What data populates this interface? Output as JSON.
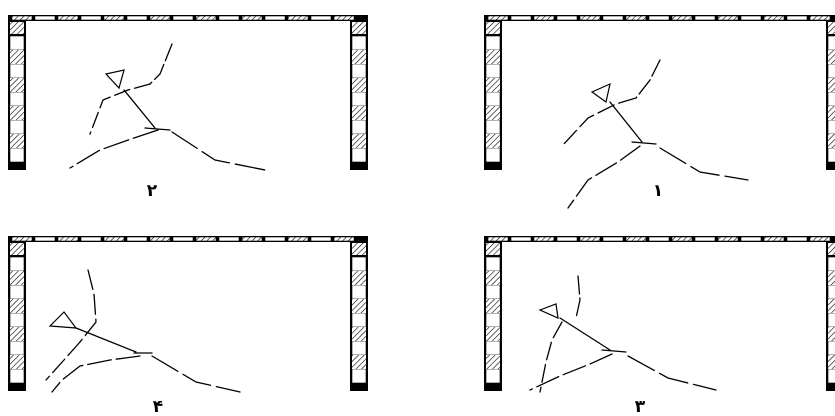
{
  "figures": [
    {
      "id": "fig-1",
      "label": "۱"
    },
    {
      "id": "fig-2",
      "label": "۲"
    },
    {
      "id": "fig-3",
      "label": "۳"
    },
    {
      "id": "fig-4",
      "label": "۴"
    }
  ],
  "colors": {
    "ink": "#000000",
    "background": "#ffffff"
  }
}
